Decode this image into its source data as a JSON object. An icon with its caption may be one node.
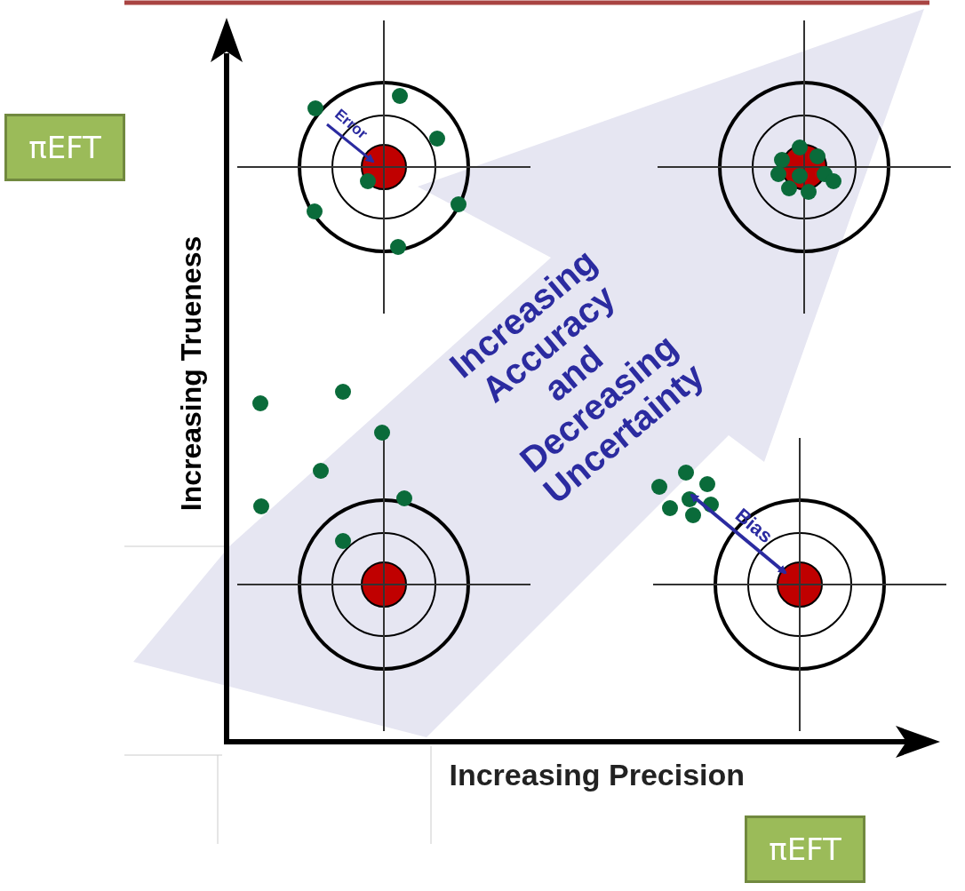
{
  "diagram": {
    "nodes": [
      {
        "text": [
          "πEFT"
        ]
      },
      {
        "text": [
          "πEFT"
        ]
      }
    ],
    "labels": [
      "Error",
      "Increasing Trueness",
      "Increasing Accuracy and Decreasing Uncertainty",
      "Bias",
      "Increasing Precision"
    ]
  }
}
